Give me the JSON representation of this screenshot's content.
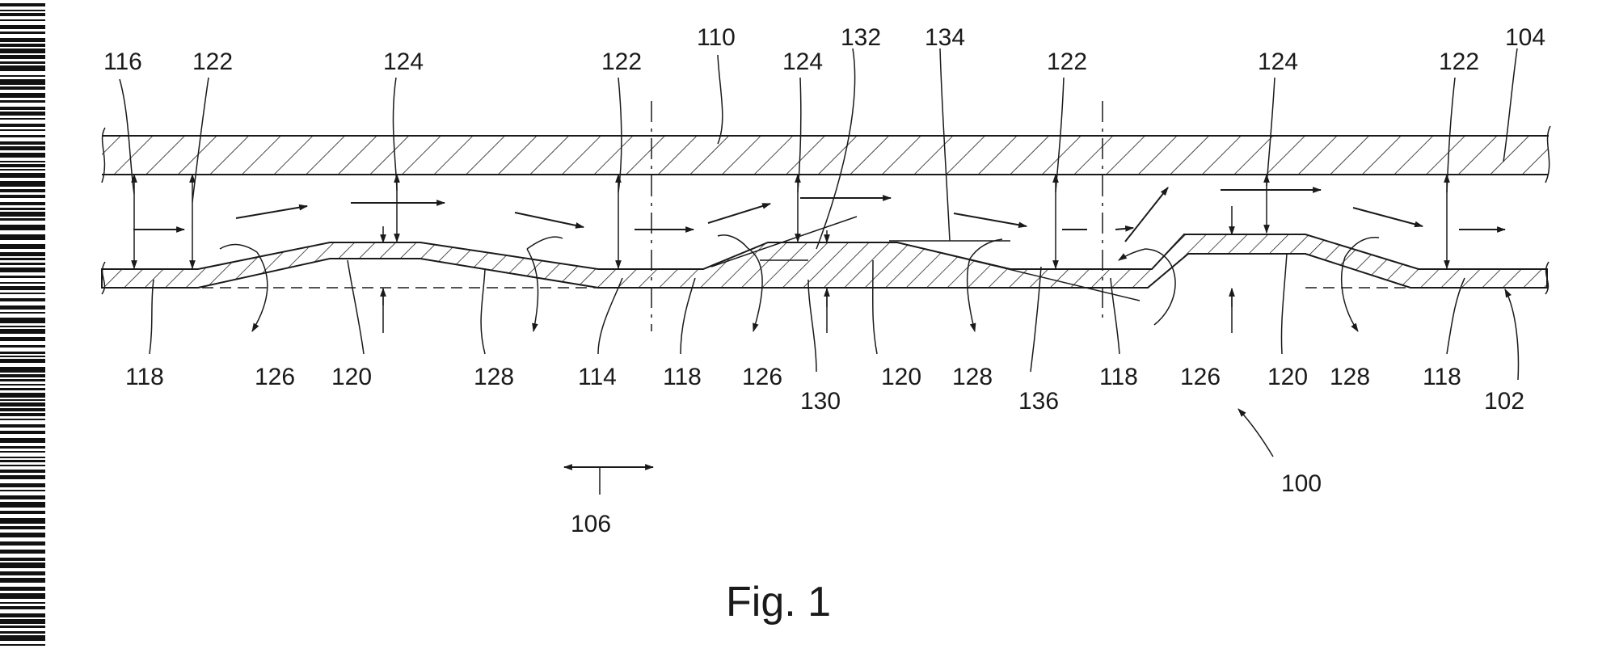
{
  "figure": {
    "caption": "Fig. 1",
    "labels": {
      "l116": "116",
      "l122a": "122",
      "l124a": "124",
      "l122b": "122",
      "l110": "110",
      "l124b": "124",
      "l132": "132",
      "l134": "134",
      "l122c": "122",
      "l124c": "124",
      "l122d": "122",
      "l104": "104",
      "l118a": "118",
      "l126a": "126",
      "l120a": "120",
      "l128a": "128",
      "l114": "114",
      "l118b": "118",
      "l126b": "126",
      "l130": "130",
      "l120b": "120",
      "l128b": "128",
      "l136": "136",
      "l118c": "118",
      "l126c": "126",
      "l120c": "120",
      "l128c": "128",
      "l118d": "118",
      "l102": "102",
      "l100": "100",
      "l106": "106"
    }
  }
}
